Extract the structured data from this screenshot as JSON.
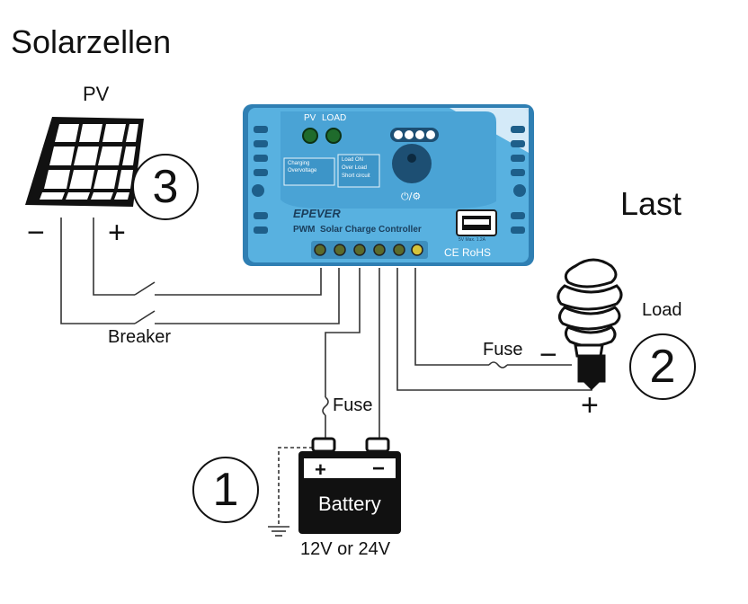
{
  "title": "Solarzellen",
  "pv": {
    "label": "PV",
    "number": "3",
    "minus": "−",
    "plus": "+"
  },
  "load": {
    "header": "Last",
    "label": "Load",
    "number": "2",
    "minus": "−",
    "plus": "+"
  },
  "battery": {
    "label": "Battery",
    "plus": "+",
    "minus": "−",
    "voltage": "12V or 24V",
    "number": "1"
  },
  "breaker": {
    "label": "Breaker"
  },
  "fuses": {
    "load": "Fuse",
    "battery": "Fuse"
  },
  "controller": {
    "brand": "EPEVER",
    "model_line": "PWM  Solar Charge Controller",
    "pv_led": "PV",
    "load_led": "LOAD",
    "ce_rohs": "CE RoHS",
    "usb_rating": "5V  Max. 1.2A",
    "status_labels": [
      "Charging",
      "Overvoltage",
      "Load ON",
      "Over Load",
      "Short circuit"
    ],
    "color": "#4ea8d8"
  }
}
